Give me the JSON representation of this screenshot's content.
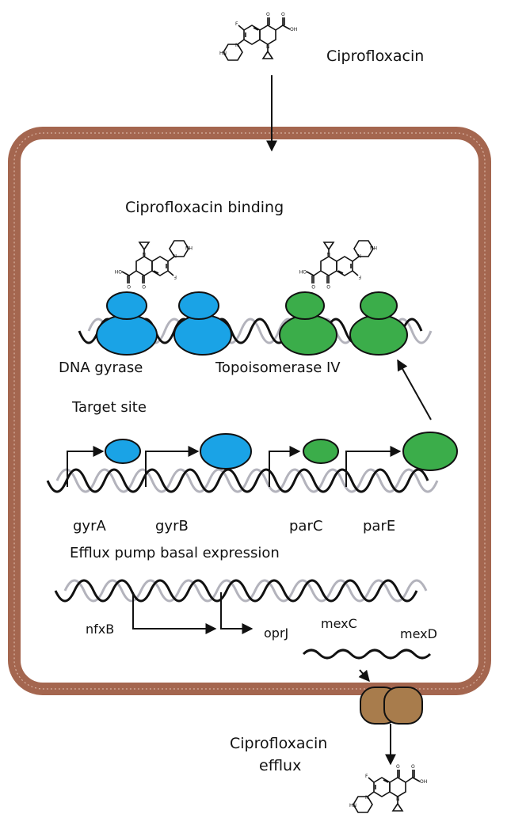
{
  "labels": {
    "drug_top": "Ciprofloxacin",
    "binding_title": "Ciprofloxacin binding",
    "dna_gyrase": "DNA gyrase",
    "topo_iv": "Topoisomerase IV",
    "target_site": "Target site",
    "gyrA": "gyrA",
    "gyrB": "gyrB",
    "parC": "parC",
    "parE": "parE",
    "efflux_title": "Efflux pump basal expression",
    "nfxB": "nfxB",
    "oprJ": "oprJ",
    "mexC": "mexC",
    "mexD": "mexD",
    "efflux_line1": "Ciprofloxacin",
    "efflux_line2": "efflux"
  },
  "colors": {
    "membrane": "#a4664f",
    "gyrase_protein": "#1aa3e6",
    "topo_protein": "#3bad4a",
    "pump": "#a87c4c",
    "dna_strand": "#111111",
    "dna_back_strand": "#b3b3bc"
  },
  "molecules": [
    "ciprofloxacin-structure"
  ]
}
